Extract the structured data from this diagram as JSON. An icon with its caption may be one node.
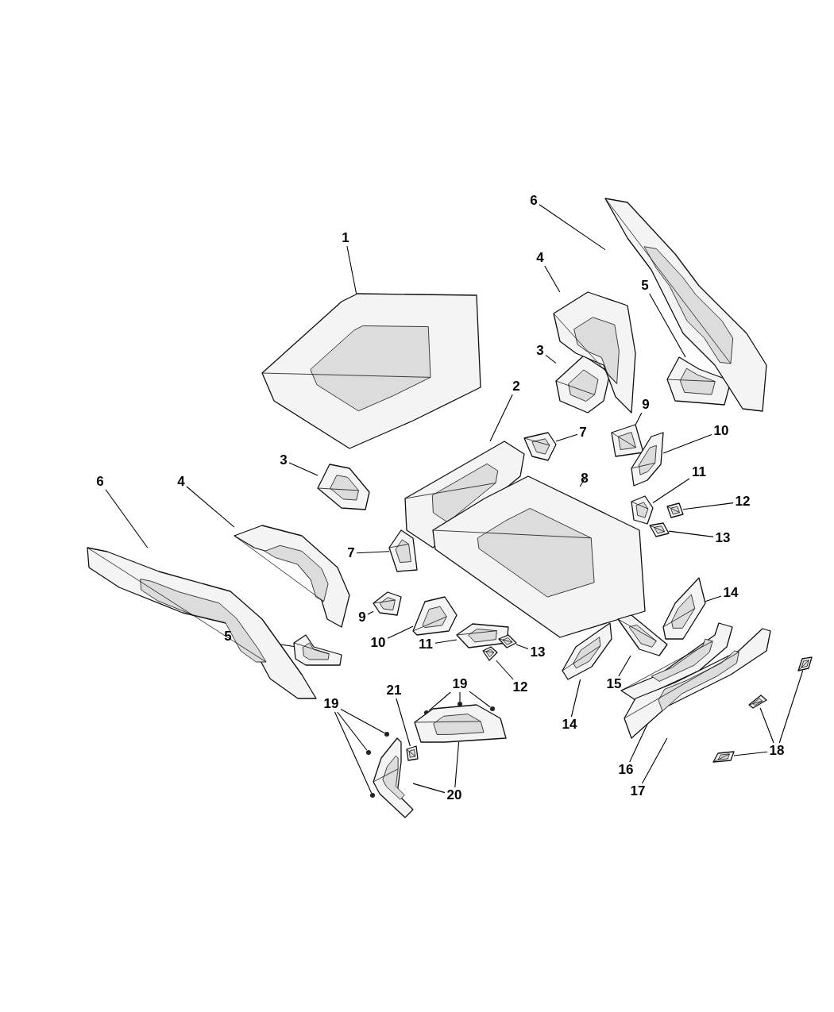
{
  "diagram": {
    "nodes": [
      {
        "text": [
          "1"
        ]
      },
      {
        "text": [],
        "shape": "picture"
      },
      {
        "text": [
          "2"
        ]
      },
      {
        "text": [],
        "shape": "picture"
      },
      {
        "text": [
          "3"
        ]
      },
      {
        "text": [],
        "shape": "picture"
      },
      {
        "text": [
          "4"
        ]
      },
      {
        "text": [],
        "shape": "picture"
      },
      {
        "text": [
          "5"
        ]
      },
      {
        "text": [],
        "shape": "picture"
      },
      {
        "text": [
          "6"
        ]
      },
      {
        "text": [],
        "shape": "picture"
      },
      {
        "text": [
          "7"
        ]
      },
      {
        "text": [],
        "shape": "picture"
      },
      {
        "text": [
          "8"
        ]
      },
      {
        "text": [],
        "shape": "picture"
      },
      {
        "text": [
          "9"
        ]
      },
      {
        "text": [],
        "shape": "picture"
      },
      {
        "text": [
          "10"
        ]
      },
      {
        "text": [],
        "shape": "picture"
      },
      {
        "text": [
          "11"
        ]
      },
      {
        "text": [],
        "shape": "picture"
      },
      {
        "text": [
          "12"
        ]
      },
      {
        "text": [],
        "shape": "picture"
      },
      {
        "text": [
          "13"
        ]
      },
      {
        "text": [],
        "shape": "picture"
      },
      {
        "text": [
          "14"
        ]
      },
      {
        "text": [],
        "shape": "picture"
      },
      {
        "text": [
          "3"
        ]
      },
      {
        "text": [],
        "shape": "picture"
      },
      {
        "text": [
          "4"
        ]
      },
      {
        "text": [],
        "shape": "picture"
      },
      {
        "text": [
          "6"
        ]
      },
      {
        "text": [],
        "shape": "picture"
      },
      {
        "text": [
          "7"
        ]
      },
      {
        "text": [],
        "shape": "picture"
      },
      {
        "text": [
          "9"
        ]
      },
      {
        "text": [],
        "shape": "picture"
      },
      {
        "text": [
          "5"
        ]
      },
      {
        "text": [],
        "shape": "picture"
      },
      {
        "text": [
          "10"
        ]
      },
      {
        "text": [],
        "shape": "picture"
      },
      {
        "text": [
          "11"
        ]
      },
      {
        "text": [],
        "shape": "picture"
      },
      {
        "text": [
          "13"
        ]
      },
      {
        "text": [],
        "shape": "picture"
      },
      {
        "text": [
          "12"
        ]
      },
      {
        "text": [],
        "shape": "picture"
      },
      {
        "text": [
          "14"
        ]
      },
      {
        "text": [],
        "shape": "picture"
      },
      {
        "text": [
          "15"
        ]
      },
      {
        "text": [],
        "shape": "picture"
      },
      {
        "text": [
          "16"
        ]
      },
      {
        "text": [],
        "shape": "picture"
      },
      {
        "text": [
          "17"
        ]
      },
      {
        "text": [],
        "shape": "picture"
      },
      {
        "text": [
          "18"
        ]
      },
      {
        "text": [],
        "shape": "picture"
      },
      {
        "text": [],
        "shape": "picture"
      },
      {
        "text": [],
        "shape": "picture"
      },
      {
        "text": [
          "19"
        ]
      },
      {
        "text": [],
        "shape": "circle"
      },
      {
        "text": [],
        "shape": "circle"
      },
      {
        "text": [],
        "shape": "circle"
      },
      {
        "text": [
          "19"
        ]
      },
      {
        "text": [],
        "shape": "circle"
      },
      {
        "text": [],
        "shape": "circle"
      },
      {
        "text": [],
        "shape": "circle"
      },
      {
        "text": [
          "21"
        ]
      },
      {
        "text": [],
        "shape": "picture"
      },
      {
        "text": [
          "20"
        ]
      },
      {
        "text": [],
        "shape": "picture"
      },
      {
        "text": [],
        "shape": "picture"
      }
    ],
    "edges": [
      {
        "from": 0,
        "to": 1,
        "arrow": "none"
      },
      {
        "from": 2,
        "to": 3,
        "arrow": "none"
      },
      {
        "from": 4,
        "to": 5,
        "arrow": "none"
      },
      {
        "from": 6,
        "to": 7,
        "arrow": "none"
      },
      {
        "from": 8,
        "to": 9,
        "arrow": "none"
      },
      {
        "from": 10,
        "to": 11,
        "arrow": "none"
      },
      {
        "from": 12,
        "to": 13,
        "arrow": "none"
      },
      {
        "from": 14,
        "to": 15,
        "arrow": "none"
      },
      {
        "from": 16,
        "to": 17,
        "arrow": "none"
      },
      {
        "from": 18,
        "to": 19,
        "arrow": "none"
      },
      {
        "from": 20,
        "to": 21,
        "arrow": "none"
      },
      {
        "from": 22,
        "to": 23,
        "arrow": "none"
      },
      {
        "from": 24,
        "to": 25,
        "arrow": "none"
      },
      {
        "from": 26,
        "to": 27,
        "arrow": "none"
      },
      {
        "from": 28,
        "to": 29,
        "arrow": "none"
      },
      {
        "from": 30,
        "to": 31,
        "arrow": "none"
      },
      {
        "from": 32,
        "to": 33,
        "arrow": "none"
      },
      {
        "from": 34,
        "to": 35,
        "arrow": "none"
      },
      {
        "from": 36,
        "to": 37,
        "arrow": "none"
      },
      {
        "from": 38,
        "to": 39,
        "arrow": "none"
      },
      {
        "from": 40,
        "to": 41,
        "arrow": "none"
      },
      {
        "from": 42,
        "to": 43,
        "arrow": "none"
      },
      {
        "from": 44,
        "to": 45,
        "arrow": "none"
      },
      {
        "from": 46,
        "to": 47,
        "arrow": "none"
      },
      {
        "from": 48,
        "to": 49,
        "arrow": "none"
      },
      {
        "from": 50,
        "to": 51,
        "arrow": "none"
      },
      {
        "from": 52,
        "to": 53,
        "arrow": "none"
      },
      {
        "from": 54,
        "to": 55,
        "arrow": "none"
      },
      {
        "from": 56,
        "to": 57,
        "arrow": "none"
      },
      {
        "from": 56,
        "to": 58,
        "arrow": "none"
      },
      {
        "from": 56,
        "to": 59,
        "arrow": "none"
      },
      {
        "from": 60,
        "to": 61,
        "arrow": "none"
      },
      {
        "from": 60,
        "to": 62,
        "arrow": "none"
      },
      {
        "from": 60,
        "to": 63,
        "arrow": "none"
      },
      {
        "from": 64,
        "to": 65,
        "arrow": "none"
      },
      {
        "from": 64,
        "to": 66,
        "arrow": "none"
      },
      {
        "from": 64,
        "to": 67,
        "arrow": "none"
      },
      {
        "from": 68,
        "to": 69,
        "arrow": "none"
      },
      {
        "from": 70,
        "to": 71,
        "arrow": "none"
      },
      {
        "from": 70,
        "to": 72,
        "arrow": "none"
      }
    ]
  }
}
